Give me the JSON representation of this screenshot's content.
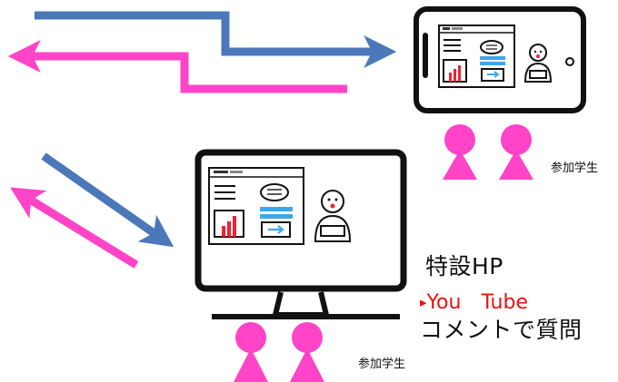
{
  "colors": {
    "blue": "#4a78b8",
    "pink": "#ff44c8",
    "youtube_red": "#ee1111",
    "outline": "#111111"
  },
  "tablet_group": {
    "participants_label": "参加学生"
  },
  "pc_group": {
    "participants_label": "参加学生"
  },
  "info": {
    "site_label": "特設HP",
    "youtube_marker": "▸",
    "youtube_label": "You　Tube",
    "comment_label": "コメントで質問"
  },
  "icons": [
    "arrow-right-icon",
    "arrow-left-icon",
    "tablet-icon",
    "monitor-icon",
    "person-icon",
    "presenter-icon",
    "bar-chart-icon",
    "speech-bubble-icon"
  ]
}
